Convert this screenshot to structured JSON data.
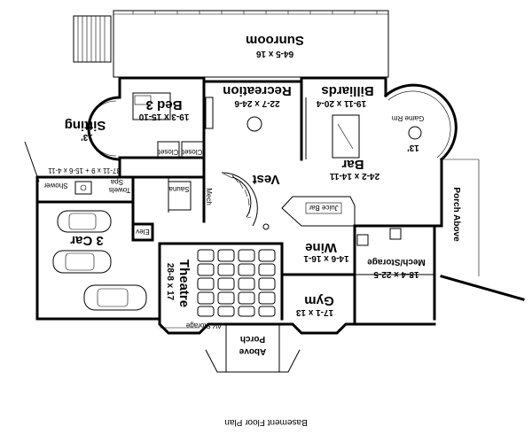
{
  "title": "Basement Floor Plan",
  "rooms": {
    "sunroom": {
      "name": "Sunroom",
      "dims": "64-5 x 16"
    },
    "recreation": {
      "name": "Recreation",
      "dims": "22-7 x 24-6"
    },
    "billiards": {
      "name": "Billiards",
      "dims": "19-11 x 20-4"
    },
    "bed3": {
      "name": "Bed 3",
      "dims": "19-3 x 15-10"
    },
    "sitting": {
      "name": "Sitting",
      "dims": "13'"
    },
    "game_rm": {
      "name": "Game Rm",
      "dims": "13'"
    },
    "bar": {
      "name": "Bar",
      "dims": "24-2 x 14-11"
    },
    "vest": {
      "name": "Vest"
    },
    "spa": {
      "dims": "37-11 x 9 + 15-6 x 4-11",
      "name": "Spa",
      "towels": "Towels",
      "shower": "Shower"
    },
    "sauna": {
      "name": "Sauna"
    },
    "mech": {
      "name": "Mech"
    },
    "juice_bar": {
      "name": "Juice Bar"
    },
    "wine": {
      "name": "Wine",
      "dims": "14-6 x 16-1"
    },
    "mech_storage": {
      "name": "Mech/Storage",
      "dims": "18-4 x 22-5"
    },
    "porch_above_right": {
      "name": "Porch Above"
    },
    "porch_above_bottom": {
      "line1": "Porch",
      "line2": "Above"
    },
    "garage": {
      "name": "3 Car"
    },
    "elev": {
      "name": "Elev"
    },
    "theatre": {
      "name": "Theatre",
      "dims": "28-8 x 17"
    },
    "av_storage": {
      "name": "AV Storage"
    },
    "gym": {
      "name": "Gym",
      "dims": "17-1 x 13"
    },
    "closet_1": {
      "name": "Closet"
    },
    "closet_2": {
      "name": "Closet"
    }
  }
}
